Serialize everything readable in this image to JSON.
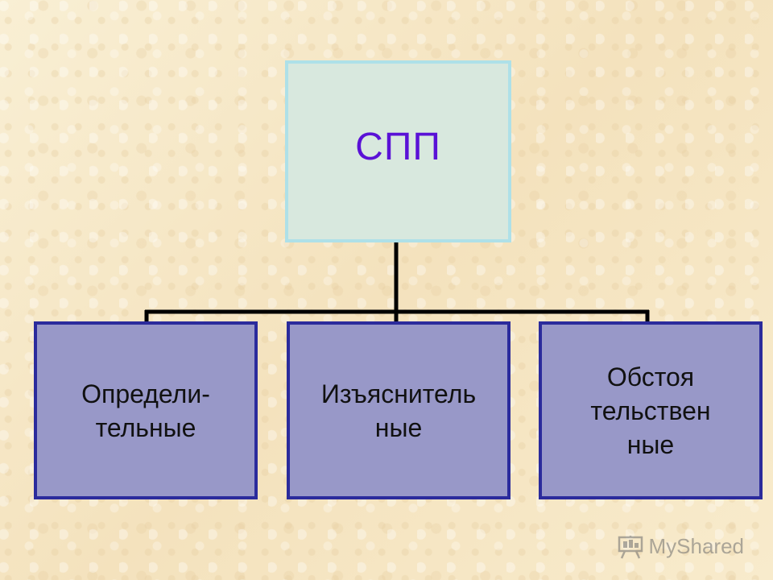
{
  "diagram": {
    "root": {
      "label": "СПП"
    },
    "children": [
      {
        "label": "Определи-\nтельные"
      },
      {
        "label": "Изъяснитель\nные"
      },
      {
        "label": "Обстоя\nтельствен\nные"
      }
    ]
  },
  "colors": {
    "root_fill": "#d8e8de",
    "root_border": "#aee0e8",
    "root_text": "#5a11d6",
    "child_fill": "#9898c8",
    "child_border": "#2b2b9c",
    "connector": "#000000",
    "background": "#f7e9c8"
  },
  "watermark": {
    "text": "MyShared",
    "icon": "presentation-board-icon"
  }
}
